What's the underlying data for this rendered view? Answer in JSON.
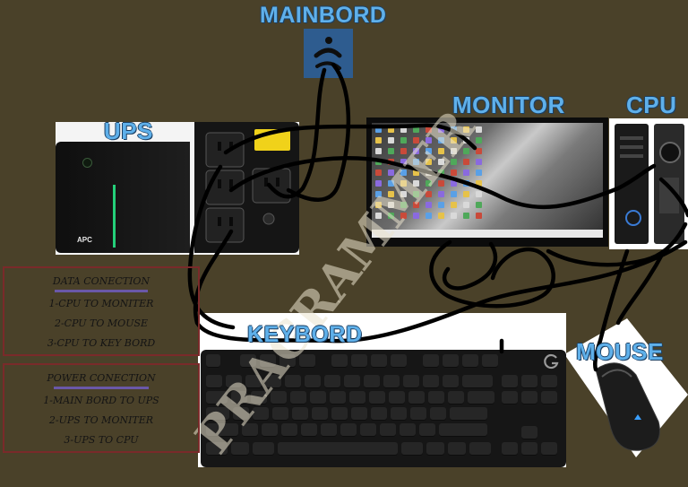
{
  "labels": {
    "mainboard": "MAINBORD",
    "ups": "UPS",
    "monitor": "MONITOR",
    "cpu": "CPU",
    "keyboard": "KEYBORD",
    "mouse": "MOUSE"
  },
  "data_connection": {
    "title": "DATA CONECTION",
    "items": [
      "1-CPU TO MONITER",
      "2-CPU TO MOUSE",
      "3-CPU TO KEY BORD"
    ]
  },
  "power_connection": {
    "title": "POWER CONECTION",
    "items": [
      "1-MAIN BORD TO UPS",
      "2-UPS TO MONITER",
      "3-UPS TO CPU"
    ]
  },
  "colors": {
    "background": "#4a4129",
    "label": "#5fb0ea",
    "panel_border": "#7a2a2a",
    "title_underline": "#6a58a8",
    "mainboard_box": "#2e5c8f",
    "ups_led": "#24d07a"
  },
  "icons": {
    "mainboard": "power-socket-icon",
    "keyboard_logo": "logitech-g-icon",
    "ups_logo": "apc-logo"
  },
  "watermark": "PRAGRAMMER",
  "ups_brand": "APC"
}
